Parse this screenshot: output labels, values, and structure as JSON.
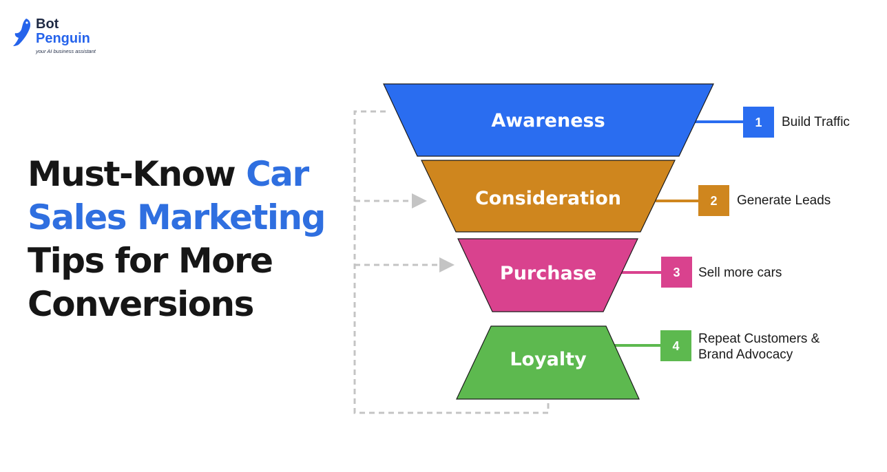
{
  "brand": {
    "line1": "Bot",
    "line2": "Penguin",
    "tagline": "your AI business assistant"
  },
  "headline": {
    "part1": "Must-Know ",
    "highlight": "Car Sales Marketing",
    "part2": " Tips for More Conversions"
  },
  "funnel": {
    "stages": [
      {
        "label": "Awareness",
        "number": "1",
        "desc": [
          "Build Traffic"
        ],
        "color": "#2a6df0"
      },
      {
        "label": "Consideration",
        "number": "2",
        "desc": [
          "Generate Leads"
        ],
        "color": "#cf861e"
      },
      {
        "label": "Purchase",
        "number": "3",
        "desc": [
          "Sell more cars"
        ],
        "color": "#d9428e"
      },
      {
        "label": "Loyalty",
        "number": "4",
        "desc": [
          "Repeat Customers &",
          "Brand Advocacy"
        ],
        "color": "#5db94f"
      }
    ],
    "loop_color": "#c4c4c4"
  }
}
